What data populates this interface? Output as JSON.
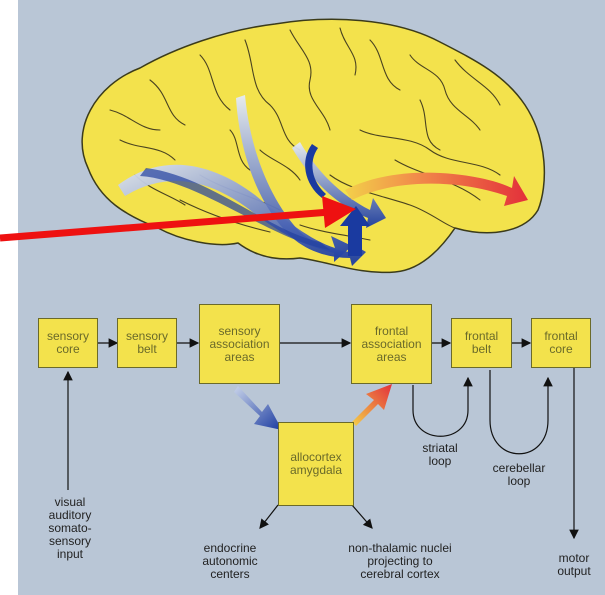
{
  "boxes": {
    "sensory_core": "sensory\ncore",
    "sensory_belt": "sensory\nbelt",
    "sensory_association": "sensory\nassociation\nareas",
    "frontal_association": "frontal\nassociation\nareas",
    "frontal_belt": "frontal\nbelt",
    "frontal_core": "frontal\ncore",
    "allocortex": "allocortex\namygdala"
  },
  "labels": {
    "input": "visual\nauditory\nsomato-\nsensory\ninput",
    "endocrine": "endocrine\nautonomic\ncenters",
    "nonthalamic": "non-thalamic nuclei\nprojecting to\ncerebral cortex",
    "striatal": "striatal\nloop",
    "cerebellar": "cerebellar\nloop",
    "motor": "motor\noutput"
  },
  "colors": {
    "background": "#b9c6d6",
    "brain": "#f3e24c",
    "box": "#f3e24c",
    "afferent_arrow": "#1a3aa0",
    "efferent_arrow": "#e3303a",
    "pointer_arrow": "#ee1111"
  }
}
